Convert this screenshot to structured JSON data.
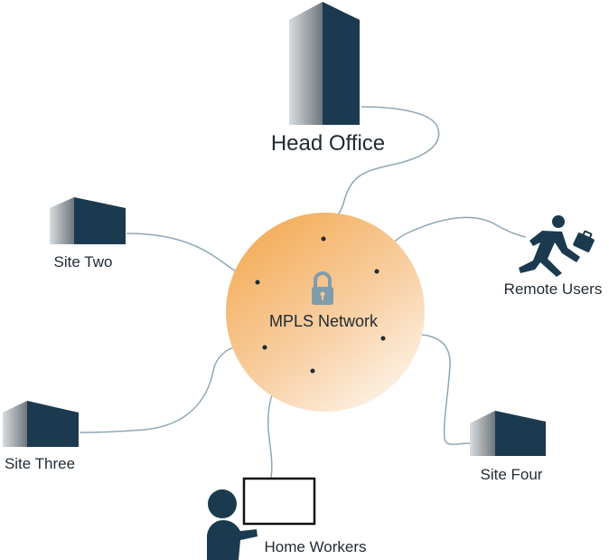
{
  "center": {
    "label": "MPLS Network",
    "icon": "lock-icon"
  },
  "nodes": {
    "head_office": {
      "label": "Head Office",
      "icon": "building-icon"
    },
    "site_two": {
      "label": "Site Two",
      "icon": "building-icon"
    },
    "site_three": {
      "label": "Site Three",
      "icon": "building-icon"
    },
    "site_four": {
      "label": "Site Four",
      "icon": "building-icon"
    },
    "remote_users": {
      "label": "Remote Users",
      "icon": "running-person-with-briefcase-icon"
    },
    "home_workers": {
      "label": "Home Workers",
      "icon": "person-at-computer-icon"
    }
  },
  "colors": {
    "navy": "#1b3a4f",
    "steel": "#7f8a91",
    "connector": "#8fa7b4",
    "cloud_inner": "#f4b060",
    "cloud_outer": "#fdf1e3",
    "lock": "#7f9cad"
  }
}
